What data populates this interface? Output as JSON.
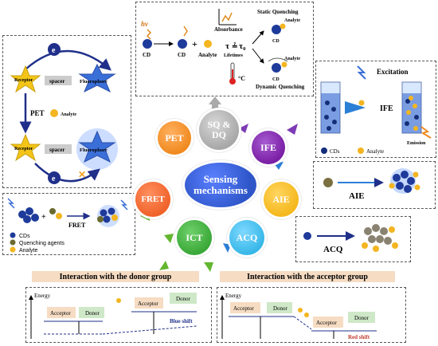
{
  "center": {
    "line1": "Sensing",
    "line2": "mechanisms"
  },
  "mechanisms": {
    "pet": "PET",
    "sqdq_line1": "SQ &",
    "sqdq_line2": "DQ",
    "ife": "IFE",
    "fret": "FRET",
    "aie": "AIE",
    "ict": "ICT",
    "acq": "ACQ"
  },
  "top_panel": {
    "hv": "hv",
    "cd1": "CD",
    "cd2": "CD",
    "plus": "+",
    "analyte": "Analyte",
    "absorbance": "Absorbance",
    "tau": "τ",
    "tau0": "τ₀",
    "lifetimes": "Lifetimes",
    "temp": "°C",
    "static": "Static Quenching",
    "analyte_static": "Analyte",
    "cd_static": "CD",
    "analyte_dynamic": "Analyte",
    "cd_dynamic": "CD",
    "dynamic": "Dynamic Quenching"
  },
  "pet_panel": {
    "e_top": "e",
    "e_bottom": "e",
    "receptor1": "Receptor",
    "spacer1": "spacer",
    "fluorophore1": "Fluorophore",
    "pet": "PET",
    "analyte": "Analyte",
    "receptor2": "Receptor",
    "spacer2": "spacer",
    "fluorophore2": "Fluorophore"
  },
  "ife_panel": {
    "excitation": "Excitation",
    "ife": "IFE",
    "emission": "Emission",
    "cds": "CDs",
    "analyte": "Analyte"
  },
  "aie_panel": {
    "label": "AIE"
  },
  "acq_panel": {
    "label": "ACQ"
  },
  "fret_panel": {
    "fret": "FRET",
    "legend": [
      "CDs",
      "Quenching agents",
      "Analyte"
    ]
  },
  "donor_section": {
    "header": "Interaction with the donor group",
    "energy": "Energy",
    "acceptor1": "Acceptor",
    "donor1": "Donor",
    "acceptor2": "Acceptor",
    "donor2": "Donor",
    "shift": "Blue shift"
  },
  "acceptor_section": {
    "header": "Interaction with the acceptor group",
    "energy": "Energy",
    "acceptor1": "Acceptor",
    "donor1": "Donor",
    "acceptor2": "Acceptor",
    "donor2": "Donor",
    "shift": "Red shift"
  },
  "colors": {
    "center": "#2f56c9",
    "pet": "#f08a1f",
    "sqdq": "#a8a8a8",
    "ife": "#7a1fa5",
    "fret": "#f0622a",
    "aie": "#f5b81c",
    "ict": "#3aa838",
    "acq": "#38b8e8",
    "arrow_green": "#63b62f",
    "arrow_purple": "#7d3cb5",
    "arrow_blue": "#2c7fd6",
    "header_bg": "#f6dcc3",
    "receptor": "#f4c518",
    "fluorophore": "#3b6fd8"
  }
}
